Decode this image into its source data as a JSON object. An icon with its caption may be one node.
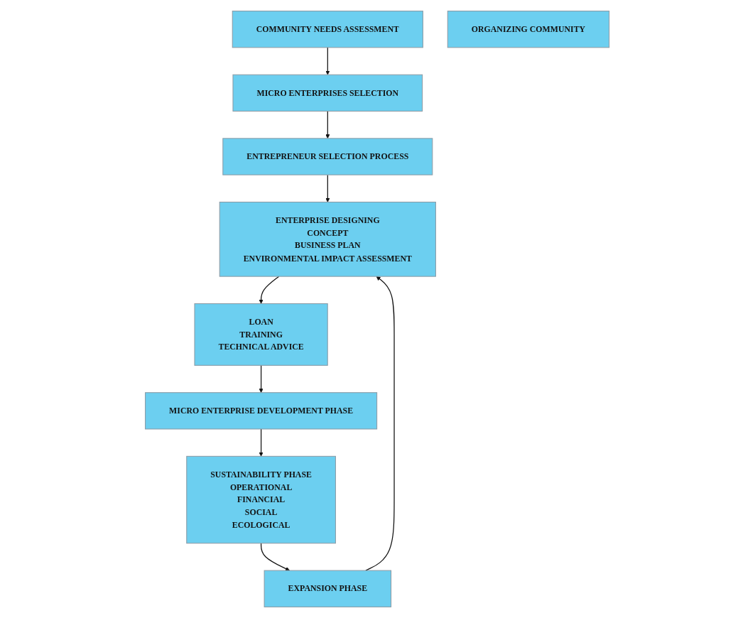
{
  "diagram": {
    "nodes": [
      {
        "text": [
          "COMMUNITY NEEDS ASSESSMENT"
        ]
      },
      {
        "text": [
          "MICRO ENTERPRISES SELECTION"
        ]
      },
      {
        "text": [
          "ENTREPRENEUR SELECTION PROCESS"
        ]
      },
      {
        "text": [
          "MICRO ENTERPRISE DEVELOPMENT PHASE"
        ]
      },
      {
        "text": [
          "LOAN",
          "TRAINING",
          "TECHNICAL ADVICE"
        ]
      },
      {
        "text": [
          "ENTERPRISE DESIGNING",
          "CONCEPT",
          "BUSINESS PLAN",
          "ENVIRONMENTAL IMPACT ASSESSMENT"
        ]
      },
      {
        "text": [
          "ORGANIZING COMMUNITY"
        ]
      },
      {
        "text": [
          "SUSTAINABILITY PHASE",
          "OPERATIONAL",
          "FINANCIAL",
          "SOCIAL",
          "ECOLOGICAL"
        ]
      },
      {
        "text": [
          "EXPANSION PHASE"
        ]
      }
    ],
    "edges": [
      {
        "from": 0,
        "to": 1,
        "arrow": "to"
      },
      {
        "from": 1,
        "to": 2,
        "arrow": "to"
      },
      {
        "from": 2,
        "to": 5,
        "arrow": "to"
      },
      {
        "from": 5,
        "to": 4,
        "arrow": "to"
      },
      {
        "from": 4,
        "to": 3,
        "arrow": "to"
      },
      {
        "from": 3,
        "to": 7,
        "arrow": "to"
      },
      {
        "from": 7,
        "to": 8,
        "arrow": "to"
      },
      {
        "from": 8,
        "to": 5,
        "arrow": "to"
      }
    ]
  }
}
